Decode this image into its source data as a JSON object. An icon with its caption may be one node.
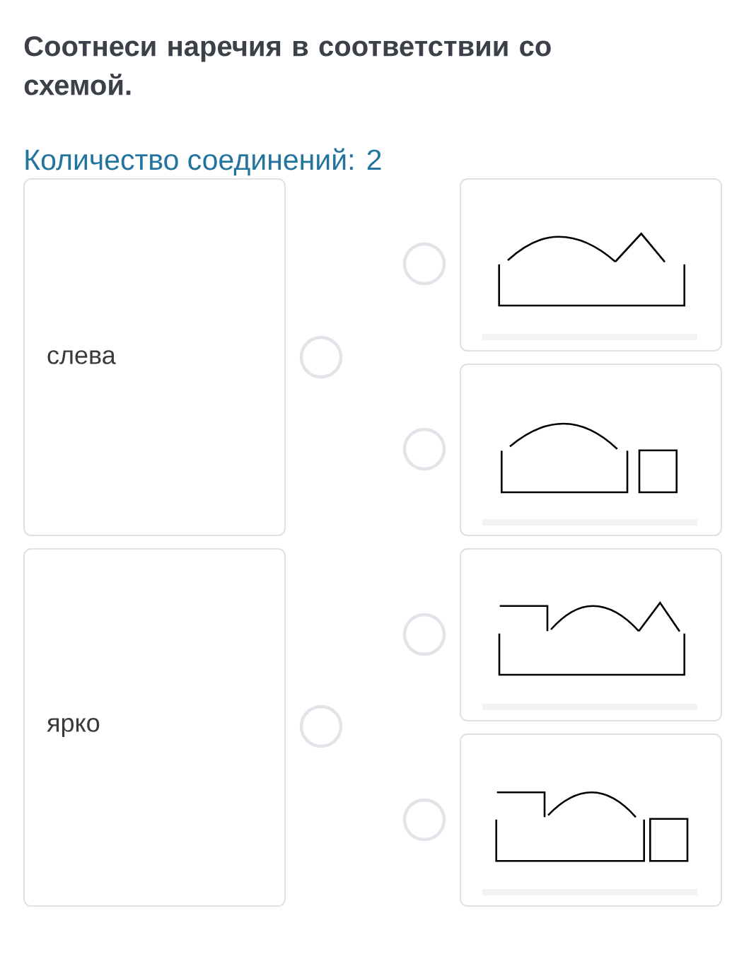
{
  "diagram": {
    "title": "Соотнеси наречия в соответствии со схемой.",
    "nodes": [
      {
        "text": [
          "слева"
        ]
      },
      {
        "text": [],
        "shape": "picture"
      },
      {
        "text": [],
        "shape": "picture"
      },
      {
        "text": [
          "ярко"
        ]
      },
      {
        "text": [],
        "shape": "picture"
      },
      {
        "text": [],
        "shape": "picture"
      }
    ],
    "labels": [
      "Количество соединений: 2"
    ]
  }
}
